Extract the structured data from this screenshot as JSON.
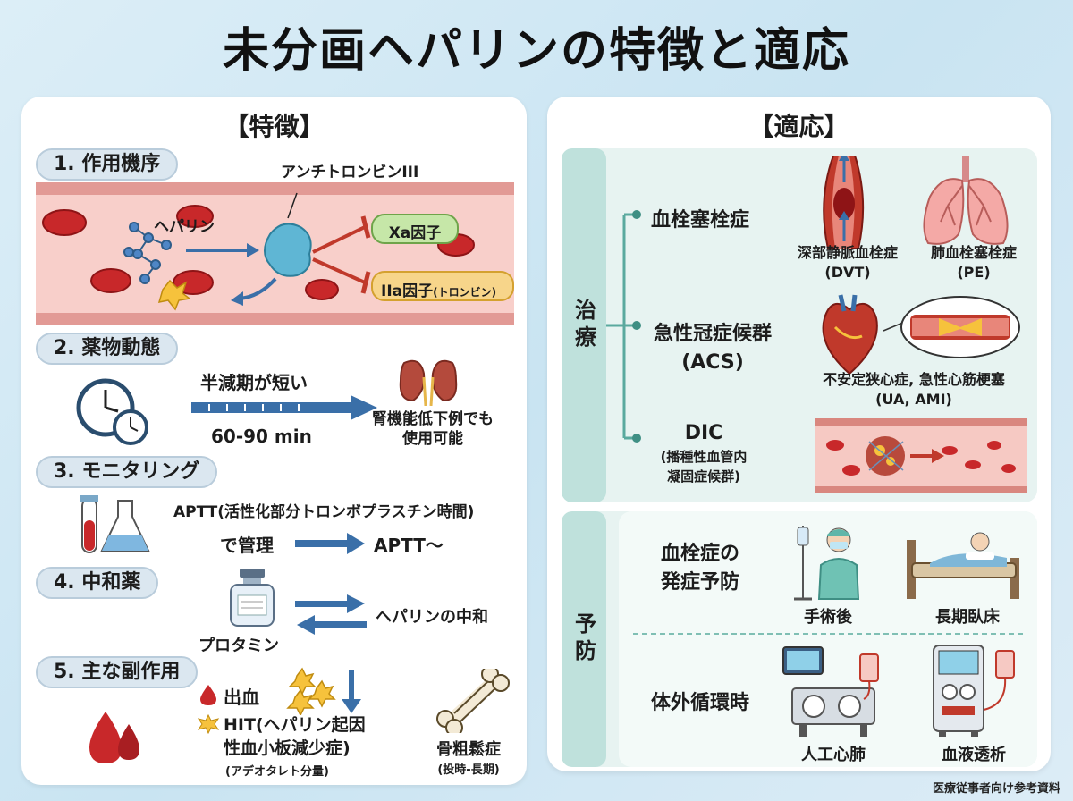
{
  "title": "未分画ヘパリンの特徴と適応",
  "left": {
    "heading": "【特徴】",
    "sec1": {
      "label": "1. 作用機序",
      "antithrombin": "アンチトロンビンIII",
      "heparin": "ヘパリン",
      "xa": "Xa因子",
      "iia": "IIa因子",
      "iia_note": "(トロンビン)"
    },
    "sec2": {
      "label": "2. 薬物動態",
      "halflife": "半減期が短い",
      "time": "60-90 min",
      "kidney_line1": "腎機能低下例でも",
      "kidney_line2": "使用可能"
    },
    "sec3": {
      "label": "3. モニタリング",
      "aptt_full": "APTT(活性化部分トロンボプラスチン時間)",
      "manage": "で管理",
      "aptt_target": "APTT〜"
    },
    "sec4": {
      "label": "4. 中和薬",
      "protamine": "プロタミン",
      "neutralize": "ヘパリンの中和"
    },
    "sec5": {
      "label": "5. 主な副作用",
      "bleeding": "出血",
      "hit_line1": "HIT(ヘパリン起因",
      "hit_line2": "性血小板減少症)",
      "hit_note": "(アデオタレト分量)",
      "osteo": "骨粗鬆症",
      "osteo_note": "(投時-長期)"
    }
  },
  "right": {
    "heading": "【適応】",
    "treatment_tab": "治療",
    "prevention_tab": "予防",
    "vte": {
      "label": "血栓塞栓症",
      "dvt_name": "深部静脈血栓症",
      "dvt_abbr": "(DVT)",
      "pe_name": "肺血栓塞栓症",
      "pe_abbr": "(PE)"
    },
    "acs": {
      "label_line1": "急性冠症候群",
      "label_line2": "(ACS)",
      "sub_line1": "不安定狭心症, 急性心筋梗塞",
      "sub_line2": "(UA, AMI)"
    },
    "dic": {
      "label": "DIC",
      "sub_line1": "(播種性血管内",
      "sub_line2": "凝固症候群)"
    },
    "prevent1": {
      "label_line1": "血栓症の",
      "label_line2": "発症予防",
      "postop": "手術後",
      "bedrest": "長期臥床"
    },
    "prevent2": {
      "label": "体外循環時",
      "heartlung": "人工心肺",
      "dialysis": "血液透析"
    }
  },
  "footer": "医療従事者向け参考資料",
  "colors": {
    "vessel": "#f3c8c4",
    "rbc": "#c8282a",
    "arrow": "#3a6fa8",
    "inhibit": "#c0392b",
    "teal": "#bfe1dc"
  }
}
